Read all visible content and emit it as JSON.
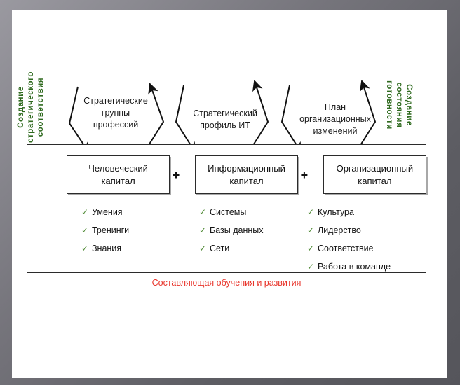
{
  "theme": {
    "green_vertical_text": "#2f6a1f",
    "check_green": "#4f8a35",
    "caption_red": "#e8352b",
    "line_black": "#2b2b2b",
    "page_background": "#ffffff"
  },
  "side_captions": {
    "left": {
      "name": "create-strategic-alignment",
      "lines": [
        "Создание",
        "стратегического",
        "соответствия"
      ]
    },
    "right": {
      "name": "create-readiness-state",
      "lines": [
        "Создание",
        "состояния",
        "готовности"
      ]
    }
  },
  "arrow_groups": [
    {
      "id": "strategic-job-families",
      "lines": [
        "Стратегические",
        "группы",
        "профессий"
      ]
    },
    {
      "id": "strategic-it-profile",
      "lines": [
        "Стратегический",
        "профиль ИТ"
      ]
    },
    {
      "id": "organizational-change-plan",
      "lines": [
        "План",
        "организационных",
        "изменений"
      ]
    }
  ],
  "capitals": [
    {
      "id": "human-capital",
      "box_lines": [
        "Человеческий",
        "капитал"
      ],
      "items": [
        "Умения",
        "Тренинги",
        "Знания"
      ]
    },
    {
      "id": "information-capital",
      "box_lines": [
        "Информационный",
        "капитал"
      ],
      "items": [
        "Системы",
        "Базы данных",
        "Сети"
      ]
    },
    {
      "id": "organization-capital",
      "box_lines": [
        "Организационный",
        "капитал"
      ],
      "items": [
        "Культура",
        "Лидерство",
        "Соответствие",
        "Работа в команде"
      ]
    }
  ],
  "operators": {
    "plus": "+"
  },
  "check_glyph": "✓",
  "bottom_caption": "Составляющая обучения и развития"
}
